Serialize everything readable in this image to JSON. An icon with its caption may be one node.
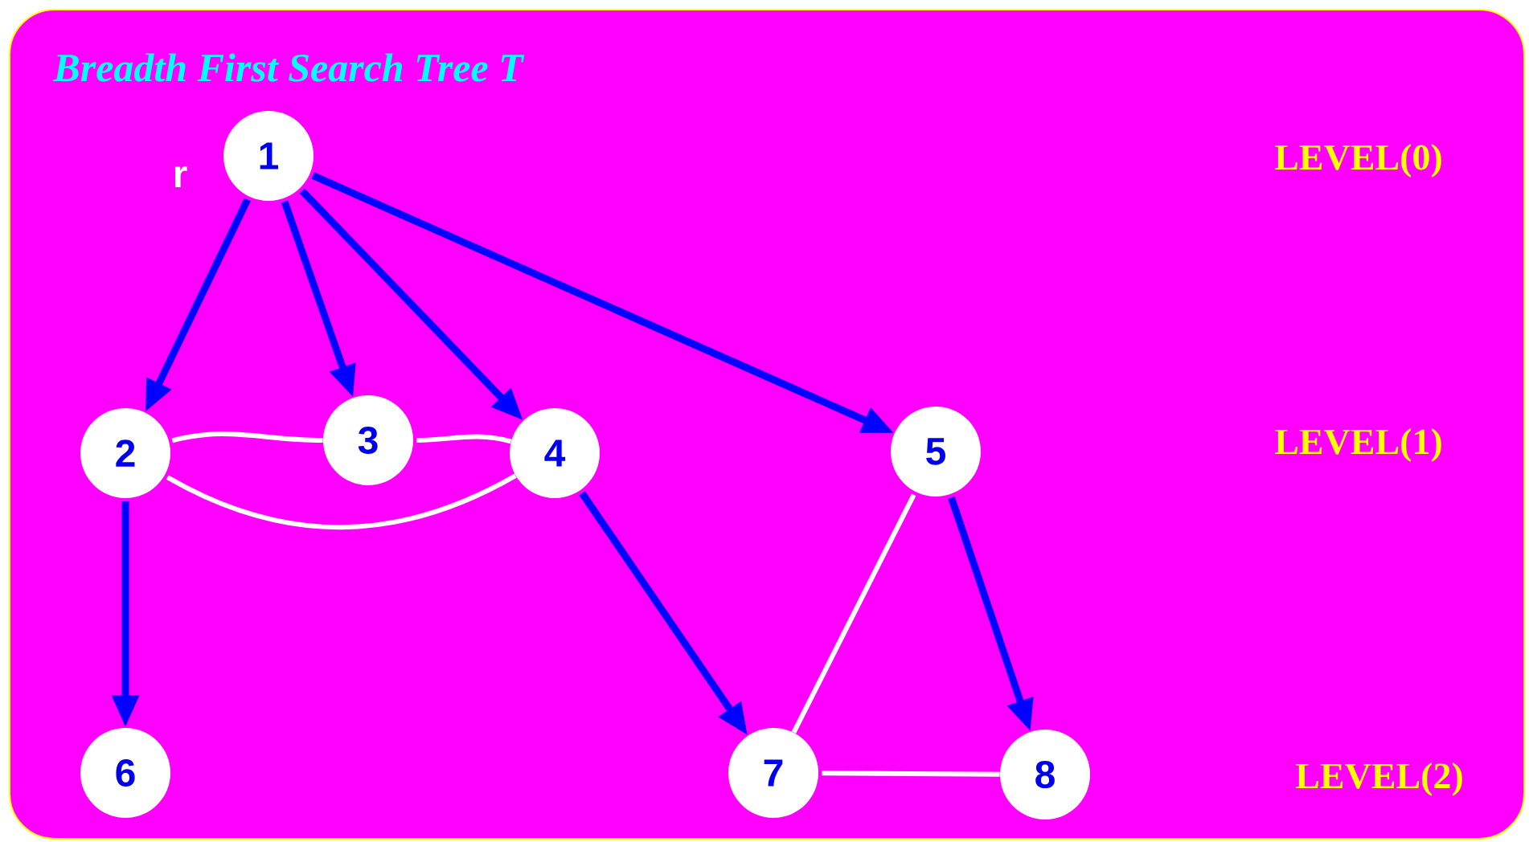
{
  "diagram": {
    "title": "Breadth First Search Tree T",
    "nodes": [
      {
        "text": [
          "1"
        ],
        "beside": [
          "r"
        ]
      },
      {
        "text": [
          "2"
        ]
      },
      {
        "text": [
          "3"
        ]
      },
      {
        "text": [
          "4"
        ]
      },
      {
        "text": [
          "5"
        ]
      },
      {
        "text": [
          "6"
        ]
      },
      {
        "text": [
          "7"
        ]
      },
      {
        "text": [
          "8"
        ]
      }
    ],
    "edges": [
      {
        "from": 0,
        "to": 1,
        "arrow": "to"
      },
      {
        "from": 0,
        "to": 2,
        "arrow": "to"
      },
      {
        "from": 0,
        "to": 3,
        "arrow": "to"
      },
      {
        "from": 0,
        "to": 4,
        "arrow": "to"
      },
      {
        "from": 1,
        "to": 5,
        "arrow": "to"
      },
      {
        "from": 3,
        "to": 6,
        "arrow": "to"
      },
      {
        "from": 4,
        "to": 7,
        "arrow": "to"
      },
      {
        "from": 1,
        "to": 2,
        "arrow": "none",
        "color": "#ffffff"
      },
      {
        "from": 2,
        "to": 3,
        "arrow": "none",
        "color": "#ffffff"
      },
      {
        "from": 1,
        "to": 3,
        "arrow": "none",
        "color": "#ffffff"
      },
      {
        "from": 4,
        "to": 6,
        "arrow": "none",
        "color": "#ffffff"
      },
      {
        "from": 6,
        "to": 7,
        "arrow": "none",
        "color": "#ffffff"
      }
    ],
    "labels": [
      "LEVEL(0)",
      "LEVEL(1)",
      "LEVEL(2)"
    ]
  }
}
